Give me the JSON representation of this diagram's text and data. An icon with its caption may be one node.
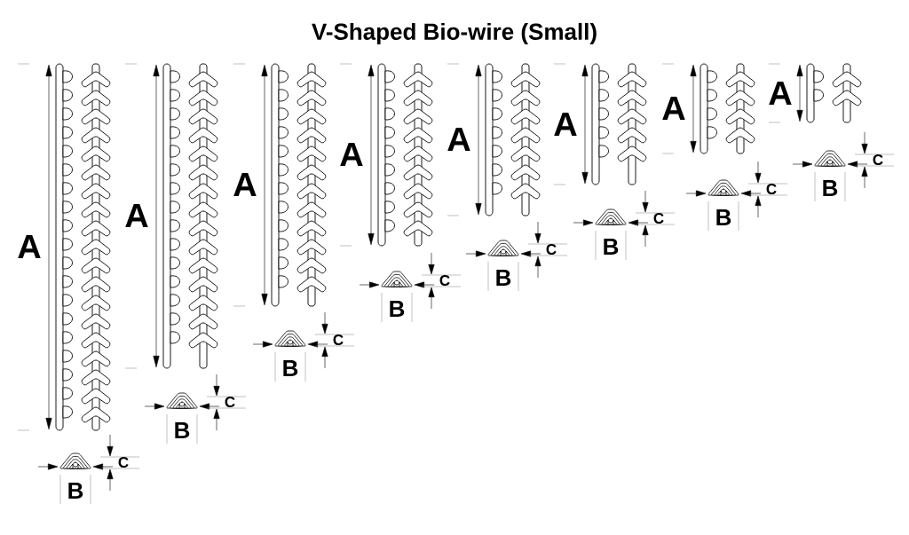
{
  "diagram": {
    "title": "V-Shaped Bio-wire (Small)",
    "labels": [
      "A",
      "B",
      "C",
      "A",
      "B",
      "C",
      "A",
      "B",
      "C",
      "A",
      "B",
      "C",
      "A",
      "B",
      "C",
      "A",
      "B",
      "C",
      "A",
      "B",
      "C",
      "A",
      "B",
      "C"
    ]
  }
}
